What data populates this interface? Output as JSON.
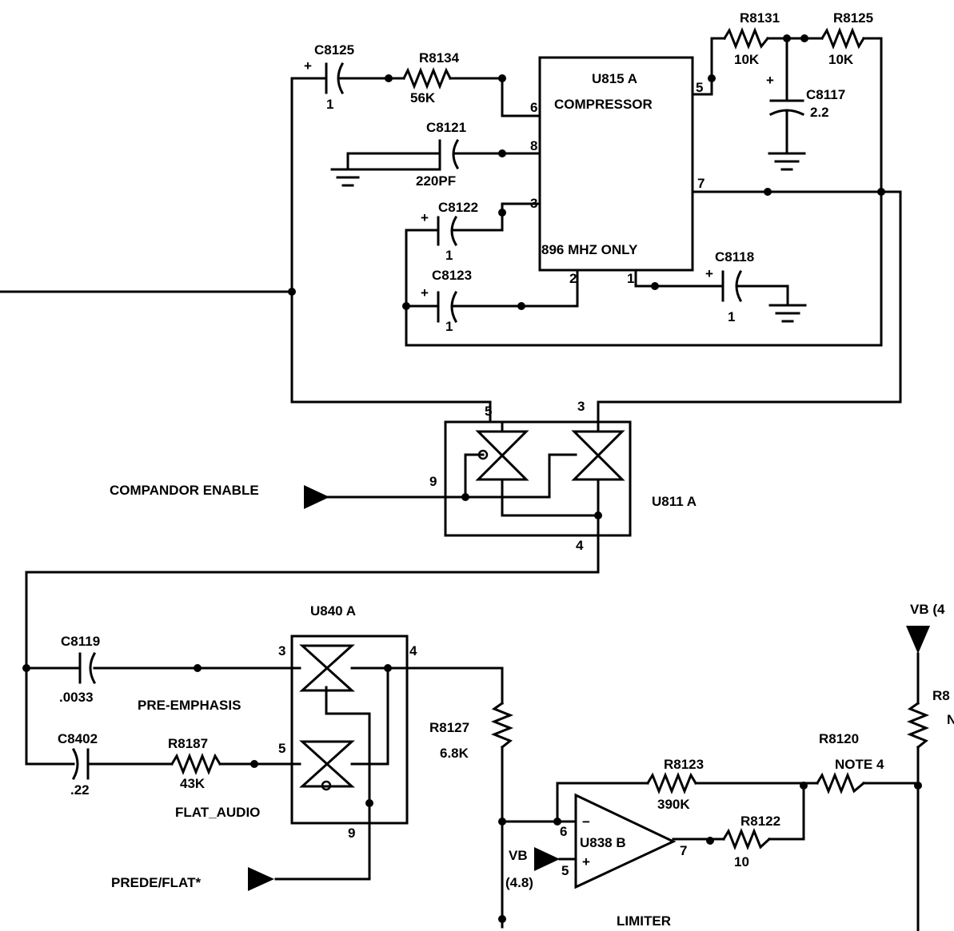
{
  "components": {
    "u815": {
      "ref": "U815 A",
      "name": "COMPRESSOR",
      "note": "896 MHZ ONLY"
    },
    "u811": {
      "ref": "U811 A"
    },
    "u840": {
      "ref": "U840 A"
    },
    "u838": {
      "ref": "U838 B",
      "section": "LIMITER"
    },
    "c8125": {
      "ref": "C8125",
      "value": "1"
    },
    "r8134": {
      "ref": "R8134",
      "value": "56K"
    },
    "c8121": {
      "ref": "C8121",
      "value": "220PF"
    },
    "c8122": {
      "ref": "C8122",
      "value": "1"
    },
    "c8123": {
      "ref": "C8123",
      "value": "1"
    },
    "r8131": {
      "ref": "R8131",
      "value": "10K"
    },
    "r8125": {
      "ref": "R8125",
      "value": "10K"
    },
    "c8117": {
      "ref": "C8117",
      "value": "2.2"
    },
    "c8118": {
      "ref": "C8118",
      "value": "1"
    },
    "c8119": {
      "ref": "C8119",
      "value": ".0033"
    },
    "c8402": {
      "ref": "C8402",
      "value": ".22"
    },
    "r8187": {
      "ref": "R8187",
      "value": "43K"
    },
    "r8127": {
      "ref": "R8127",
      "value": "6.8K"
    },
    "r8123": {
      "ref": "R8123",
      "value": "390K"
    },
    "r8122": {
      "ref": "R8122",
      "value": "10"
    },
    "r8120": {
      "ref": "R8120",
      "value": "NOTE 4"
    },
    "r8_partial": {
      "ref": "R8",
      "value": "N"
    }
  },
  "signals": {
    "compandor_enable": "COMPANDOR ENABLE",
    "pre_emphasis": "PRE-EMPHASIS",
    "flat_audio": "FLAT_AUDIO",
    "prede_flat": "PREDE/FLAT*",
    "vb_left": "VB",
    "vb_left_value": "(4.8)",
    "vb_right": "VB (4"
  },
  "pins": {
    "u815": {
      "p1": "1",
      "p2": "2",
      "p3": "3",
      "p5": "5",
      "p6": "6",
      "p7": "7",
      "p8": "8"
    },
    "u811": {
      "p3": "3",
      "p4": "4",
      "p5": "5",
      "p9": "9"
    },
    "u840": {
      "p3": "3",
      "p4": "4",
      "p5": "5",
      "p9": "9"
    },
    "u838": {
      "p5": "5",
      "p6": "6",
      "p7": "7"
    }
  },
  "symbols": {
    "plus": "+",
    "minus": "−"
  }
}
